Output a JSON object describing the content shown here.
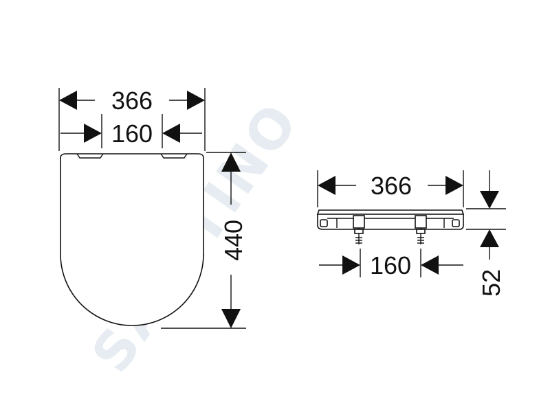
{
  "watermark": {
    "text": "SANITINO",
    "color": "#d2dde6"
  },
  "top_view": {
    "overall_width": "366",
    "hinge_spacing": "160",
    "depth": "440"
  },
  "side_view": {
    "overall_width": "366",
    "hinge_spacing": "160",
    "height": "52"
  },
  "colors": {
    "line": "#111111",
    "background": "#ffffff"
  }
}
